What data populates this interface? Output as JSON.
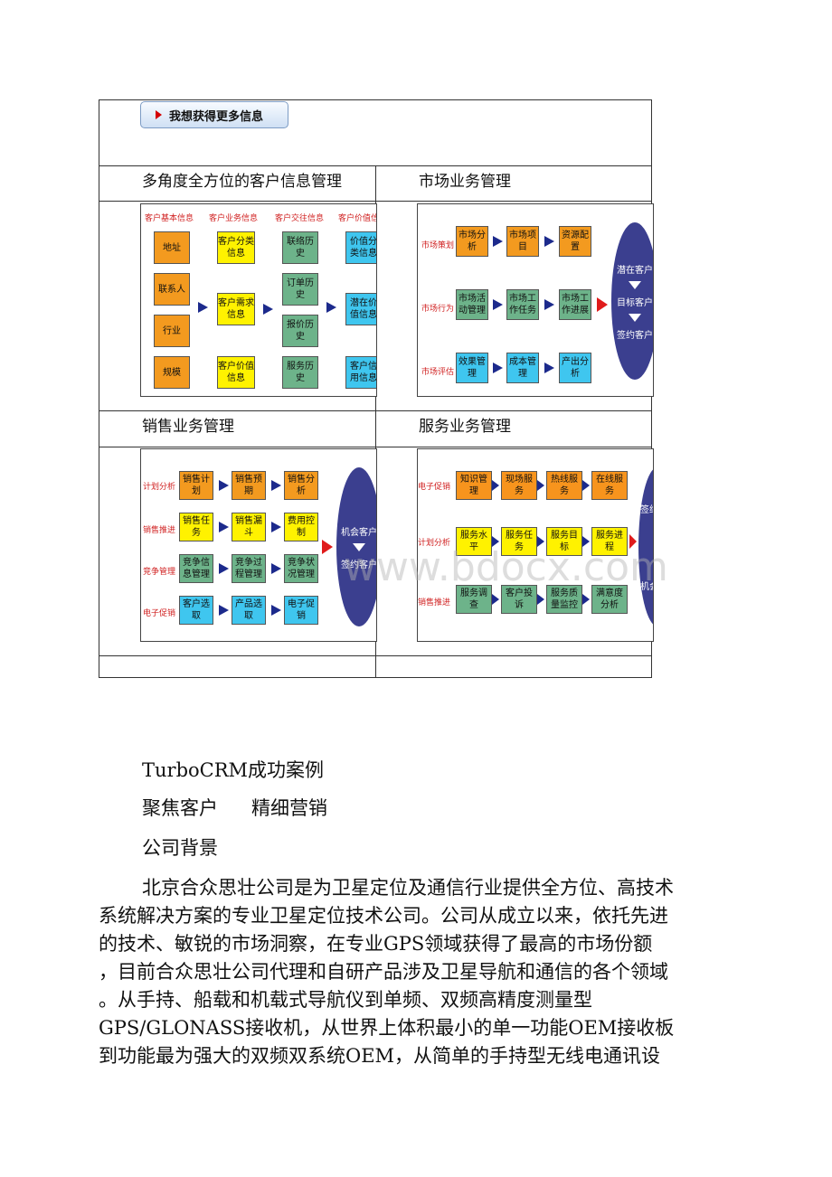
{
  "info_button": {
    "label": "我想获得更多信息"
  },
  "table": {
    "cells": [
      {
        "title": "多角度全方位的客户信息管理"
      },
      {
        "title": "市场业务管理"
      },
      {
        "title": "销售业务管理"
      },
      {
        "title": "服务业务管理"
      }
    ]
  },
  "diagram_customer": {
    "headers": [
      "客户基本信息",
      "客户业务信息",
      "客户交往信息",
      "客户价值信"
    ],
    "col1": [
      "地址",
      "联系人",
      "行业",
      "规模"
    ],
    "col2": [
      "客户分类信息",
      "客户需求信息",
      "客户价值信息"
    ],
    "col3": [
      "联络历史",
      "订单历史",
      "报价历史",
      "服务历史"
    ],
    "col4": [
      "价值分类信息",
      "潜在价值信息",
      "客户信用信息"
    ]
  },
  "diagram_market": {
    "rows": [
      {
        "label": "市场策划",
        "boxes": [
          "市场分析",
          "市场项目",
          "资源配置"
        ]
      },
      {
        "label": "市场行为",
        "boxes": [
          "市场活动管理",
          "市场工作任务",
          "市场工作进展"
        ]
      },
      {
        "label": "市场评估",
        "boxes": [
          "效果管理",
          "成本管理",
          "产出分析"
        ]
      }
    ],
    "ellipse": [
      "潜在客户",
      "目标客户",
      "签约客户"
    ]
  },
  "diagram_sales": {
    "rows": [
      {
        "label": "计划分析",
        "boxes": [
          "销售计划",
          "销售预期",
          "销售分析"
        ]
      },
      {
        "label": "销售推进",
        "boxes": [
          "销售任务",
          "销售漏斗",
          "费用控制"
        ]
      },
      {
        "label": "竞争管理",
        "boxes": [
          "竞争信息管理",
          "竞争过程管理",
          "竞争状况管理"
        ]
      },
      {
        "label": "电子促销",
        "boxes": [
          "客户选取",
          "产品选取",
          "电子促销"
        ]
      }
    ],
    "ellipse": [
      "机会客户",
      "签约客户"
    ]
  },
  "diagram_service": {
    "rows": [
      {
        "label": "电子促销",
        "boxes": [
          "知识管理",
          "现场服务",
          "热线服务",
          "在线服务"
        ]
      },
      {
        "label": "计划分析",
        "boxes": [
          "服务水平",
          "服务任务",
          "服务目标",
          "服务进程"
        ]
      },
      {
        "label": "销售推进",
        "boxes": [
          "服务调查",
          "客户投诉",
          "服务质量监控",
          "满意度分析"
        ]
      }
    ],
    "ellipse": [
      "签约",
      "机会"
    ]
  },
  "watermark": "www.bdocx.com",
  "text": {
    "heading1": "TurboCRM成功案例",
    "heading2a": "聚焦客户",
    "heading2b": "精细营销",
    "heading3": "公司背景",
    "lines": [
      "北京合众思壮公司是为卫星定位及通信行业提供全方位、高技术",
      "系统解决方案的专业卫星定位技术公司。公司从成立以来，依托先进",
      "的技术、敏锐的市场洞察，在专业GPS领域获得了最高的市场份额",
      "，目前合众思壮公司代理和自研产品涉及卫星导航和通信的各个领域",
      "。从手持、船载和机载式导航仪到单频、双频高精度测量型",
      "GPS/GLONASS接收机，从世界上体积最小的单一功能OEM接收板",
      "到功能最为强大的双频双系统OEM，从简单的手持型无线电通讯设"
    ]
  },
  "colors": {
    "orange": "#f39a1f",
    "yellow": "#fff200",
    "green": "#6db38a",
    "cyan": "#3fc6ef",
    "ellipse": "#3b3f8f",
    "arrow": "#1c2a8c",
    "red_arrow": "#e01b1b"
  }
}
